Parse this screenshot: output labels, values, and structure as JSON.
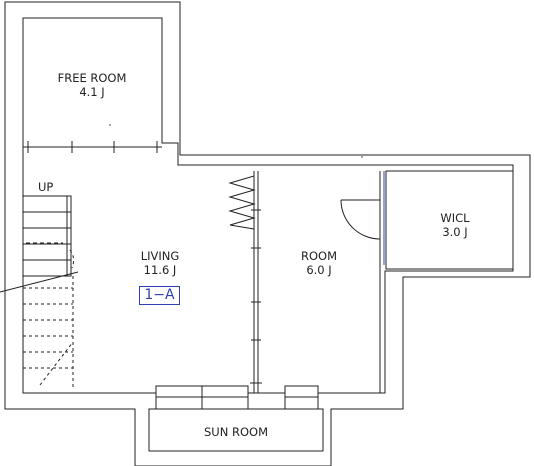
{
  "rooms": {
    "free_room": {
      "name": "FREE ROOM",
      "size": "4.1 J"
    },
    "living": {
      "name": "LIVING",
      "size": "11.6 J"
    },
    "room": {
      "name": "ROOM",
      "size": "6.0 J"
    },
    "wicl": {
      "name": "WICL",
      "size": "3.0 J"
    },
    "sun_room": {
      "name": "SUN ROOM"
    }
  },
  "stairs": {
    "label": "UP"
  },
  "unit": {
    "label": "1−A"
  },
  "colors": {
    "wall": "#222222",
    "accent": "#2f3fb0"
  }
}
